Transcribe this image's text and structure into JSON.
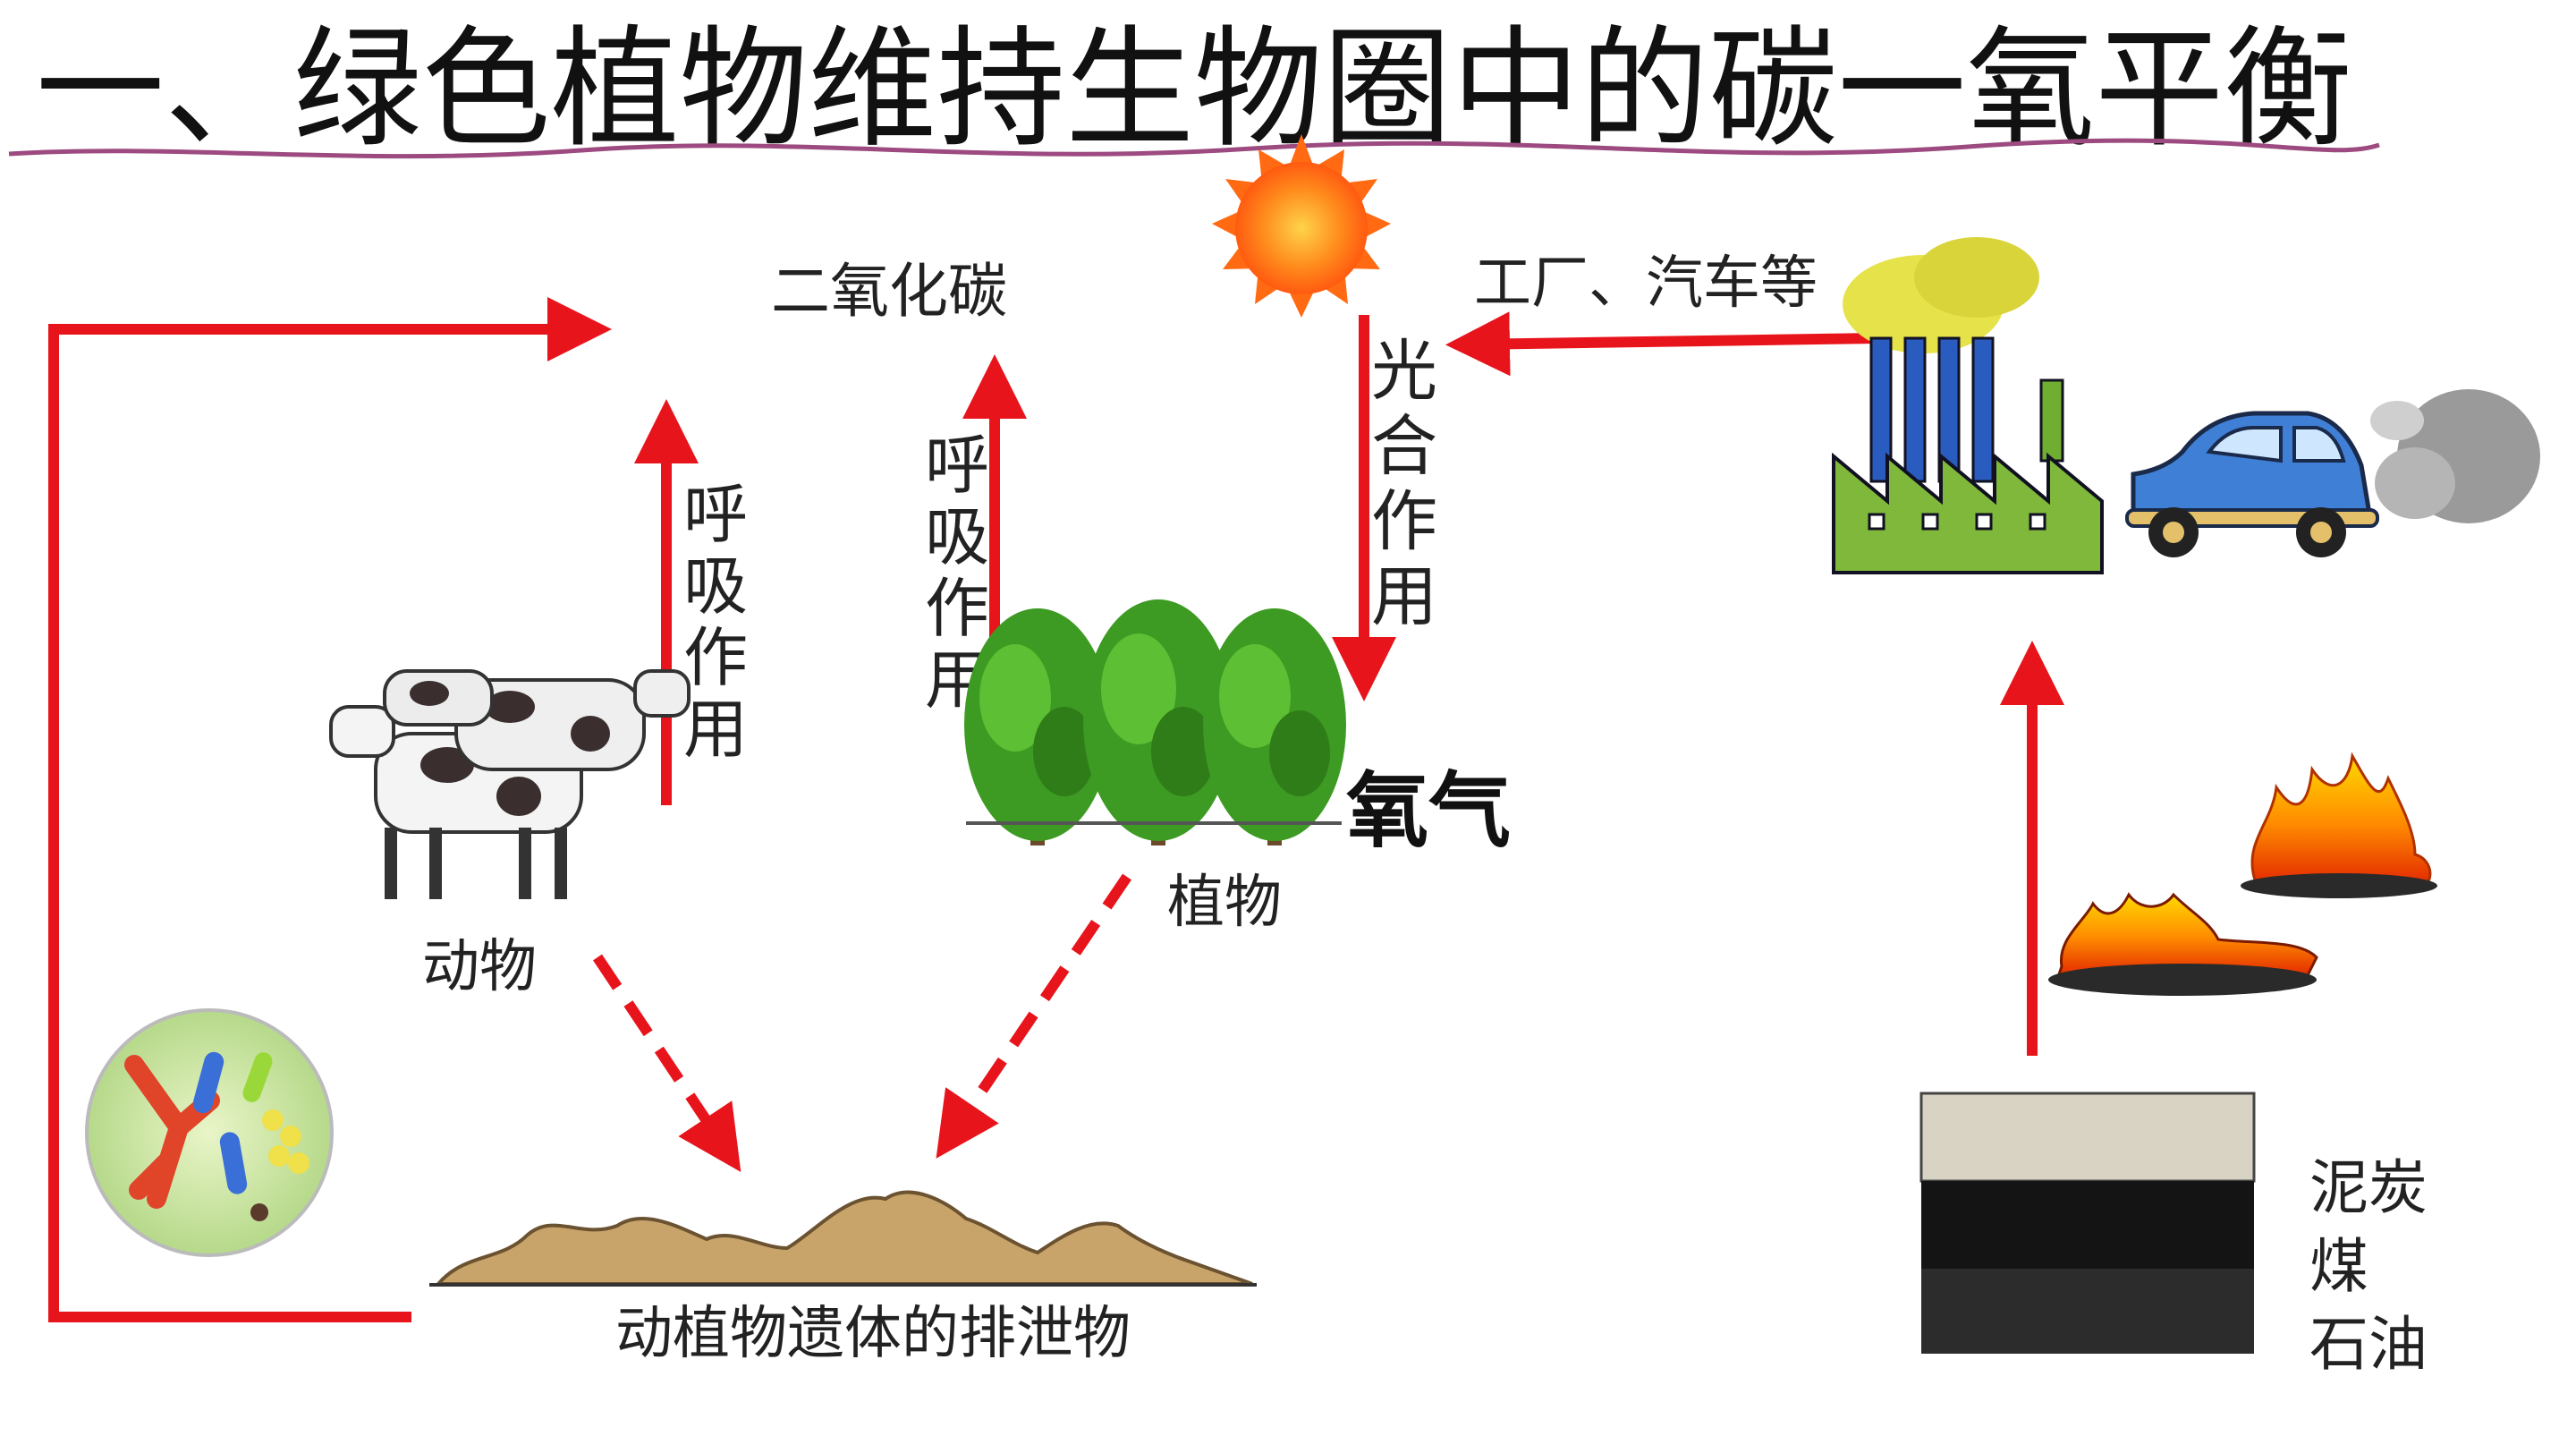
{
  "title": "一、绿色植物维持生物圈中的碳一氧平衡",
  "labels": {
    "co2": "二氧化碳",
    "oxygen": "氧气",
    "photosynthesis": "光合作用",
    "respiration_animal": "呼吸作用",
    "respiration_plant": "呼吸作用",
    "animals": "动物",
    "plants": "植物",
    "remains": "动植物遗体的排泄物",
    "factories": "工厂、汽车等",
    "peat": "泥炭",
    "coal": "煤",
    "oil": "石油"
  },
  "icons": {
    "sun": "sun-icon",
    "trees": "trees-icon",
    "cows": "cows-icon",
    "microbes": "microbes-icon",
    "remains_pile": "remains-pile-icon",
    "factory": "factory-icon",
    "car": "car-icon",
    "fire": "fire-icon",
    "fuel_layers": "fuel-layers-icon"
  },
  "colors": {
    "arrow": "#e8141c",
    "title_underline": "#9c4a80",
    "tree_green": "#4caf2a",
    "factory_green": "#7fb83a",
    "car_blue": "#3f7fd6",
    "sun": "#ff7a18",
    "fire": "#ff8c00"
  }
}
